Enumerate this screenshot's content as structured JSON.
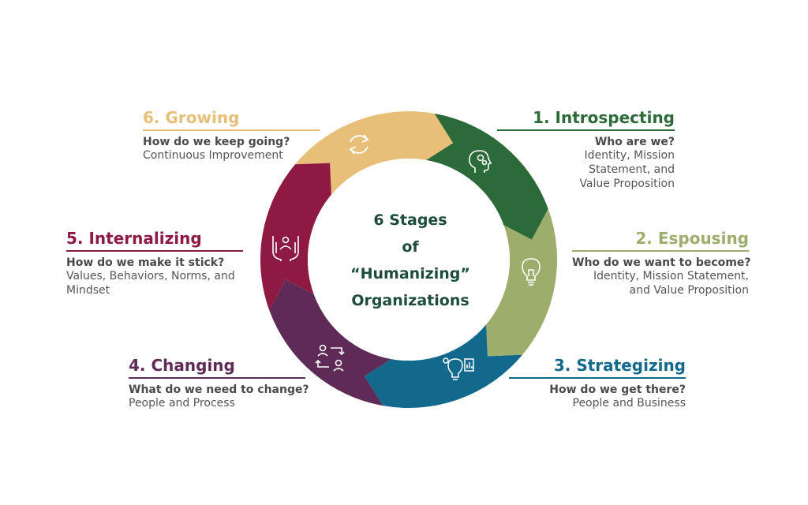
{
  "center": {
    "line1": "6 Stages",
    "line2": "of",
    "line3": "“Humanizing”",
    "line4": "Organizations"
  },
  "colors": {
    "introspecting": "#2d6a3a",
    "espousing": "#9cad6c",
    "strategizing": "#13698c",
    "changing": "#5e2a56",
    "internalizing": "#8e1a44",
    "growing": "#e7bf78",
    "center_text": "#1d4d3a"
  },
  "stages": [
    {
      "key": "introspecting",
      "title": "1. Introspecting",
      "question": "Who are we?",
      "desc": [
        "Identity, Mission",
        "Statement, and",
        "Value Proposition"
      ],
      "icon": "head-gears-icon"
    },
    {
      "key": "espousing",
      "title": "2. Espousing",
      "question": "Who do we want to become?",
      "desc": [
        "Identity, Mission Statement,",
        "and Value Proposition"
      ],
      "icon": "lightbulb-icon"
    },
    {
      "key": "strategizing",
      "title": "3. Strategizing",
      "question": "How do we get there?",
      "desc": [
        "People and Business"
      ],
      "icon": "strategy-bulb-chart-icon"
    },
    {
      "key": "changing",
      "title": "4. Changing",
      "question": "What do we need to change?",
      "desc": [
        "People and Process"
      ],
      "icon": "people-exchange-icon"
    },
    {
      "key": "internalizing",
      "title": "5. Internalizing",
      "question": "How do we make it stick?",
      "desc": [
        "Values, Behaviors, Norms, and",
        "Mindset"
      ],
      "icon": "hands-holding-person-icon"
    },
    {
      "key": "growing",
      "title": "6. Growing",
      "question": "How do we keep going?",
      "desc": [
        "Continuous Improvement"
      ],
      "icon": "refresh-cycle-icon"
    }
  ]
}
